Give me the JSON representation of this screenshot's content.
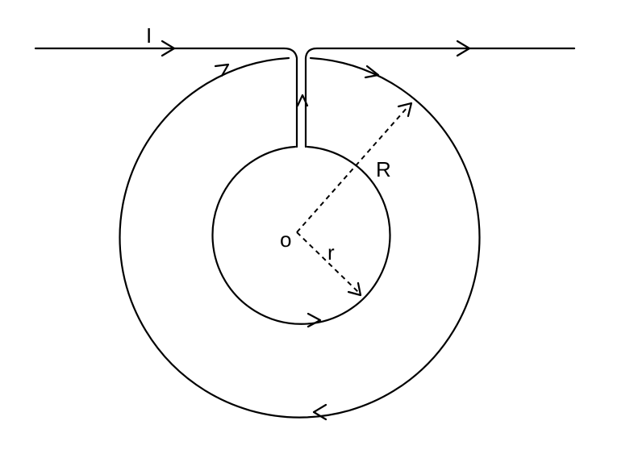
{
  "diagram": {
    "labels": {
      "current": "I",
      "outer_radius": "R",
      "inner_radius": "r",
      "center": "o"
    },
    "colors": {
      "ink": "#000000",
      "background": "#ffffff"
    }
  }
}
